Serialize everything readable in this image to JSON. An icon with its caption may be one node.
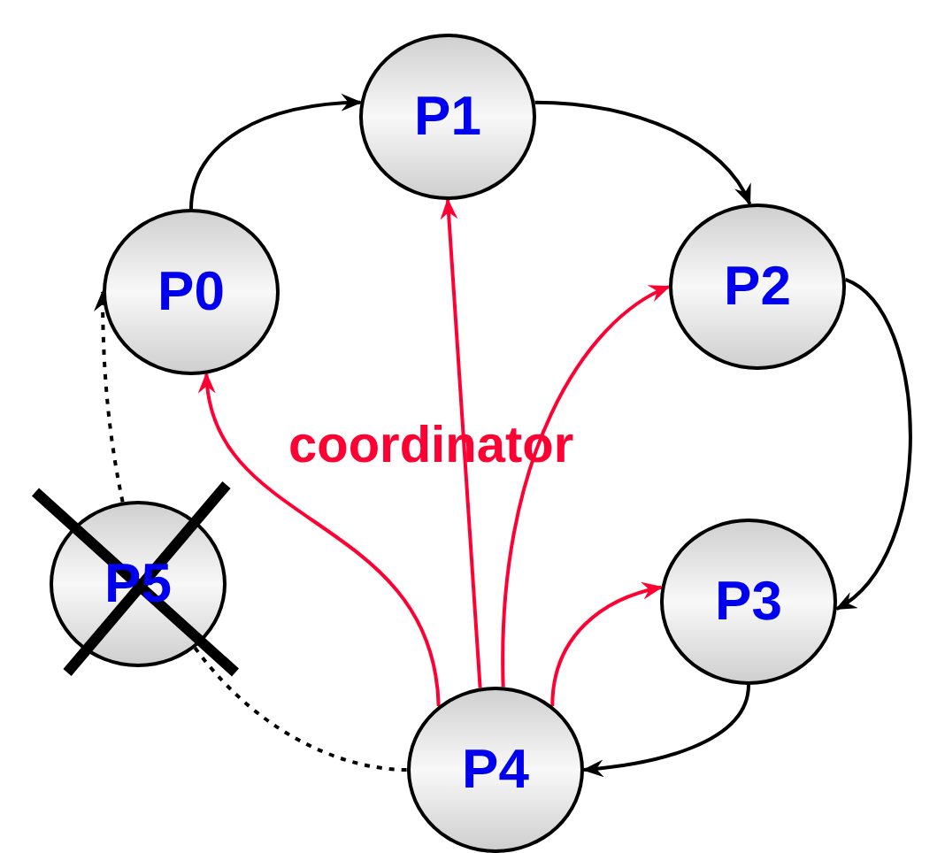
{
  "diagram": {
    "nodes": [
      {
        "text": [
          "P0"
        ]
      },
      {
        "text": [
          "P1"
        ]
      },
      {
        "text": [
          "P2"
        ]
      },
      {
        "text": [
          "P3"
        ]
      },
      {
        "text": [
          "P4"
        ]
      },
      {
        "text": [
          "P5"
        ]
      }
    ],
    "edges": [
      {
        "from": 0,
        "to": 1,
        "arrow": "to"
      },
      {
        "from": 1,
        "to": 2,
        "arrow": "to"
      },
      {
        "from": 2,
        "to": 3,
        "arrow": "to"
      },
      {
        "from": 3,
        "to": 4,
        "arrow": "to"
      },
      {
        "from": 5,
        "to": 0,
        "arrow": "to",
        "style": "dashed"
      },
      {
        "from": 5,
        "to": 4,
        "arrow": "none",
        "style": "dashed"
      },
      {
        "from": 4,
        "to": 0,
        "arrow": "to",
        "color": "#ff0033"
      },
      {
        "from": 4,
        "to": 1,
        "arrow": "to",
        "color": "#ff0033"
      },
      {
        "from": 4,
        "to": 2,
        "arrow": "to",
        "color": "#ff0033"
      },
      {
        "from": 4,
        "to": 3,
        "arrow": "to",
        "color": "#ff0033"
      }
    ],
    "labels": [
      "coordinator"
    ]
  }
}
